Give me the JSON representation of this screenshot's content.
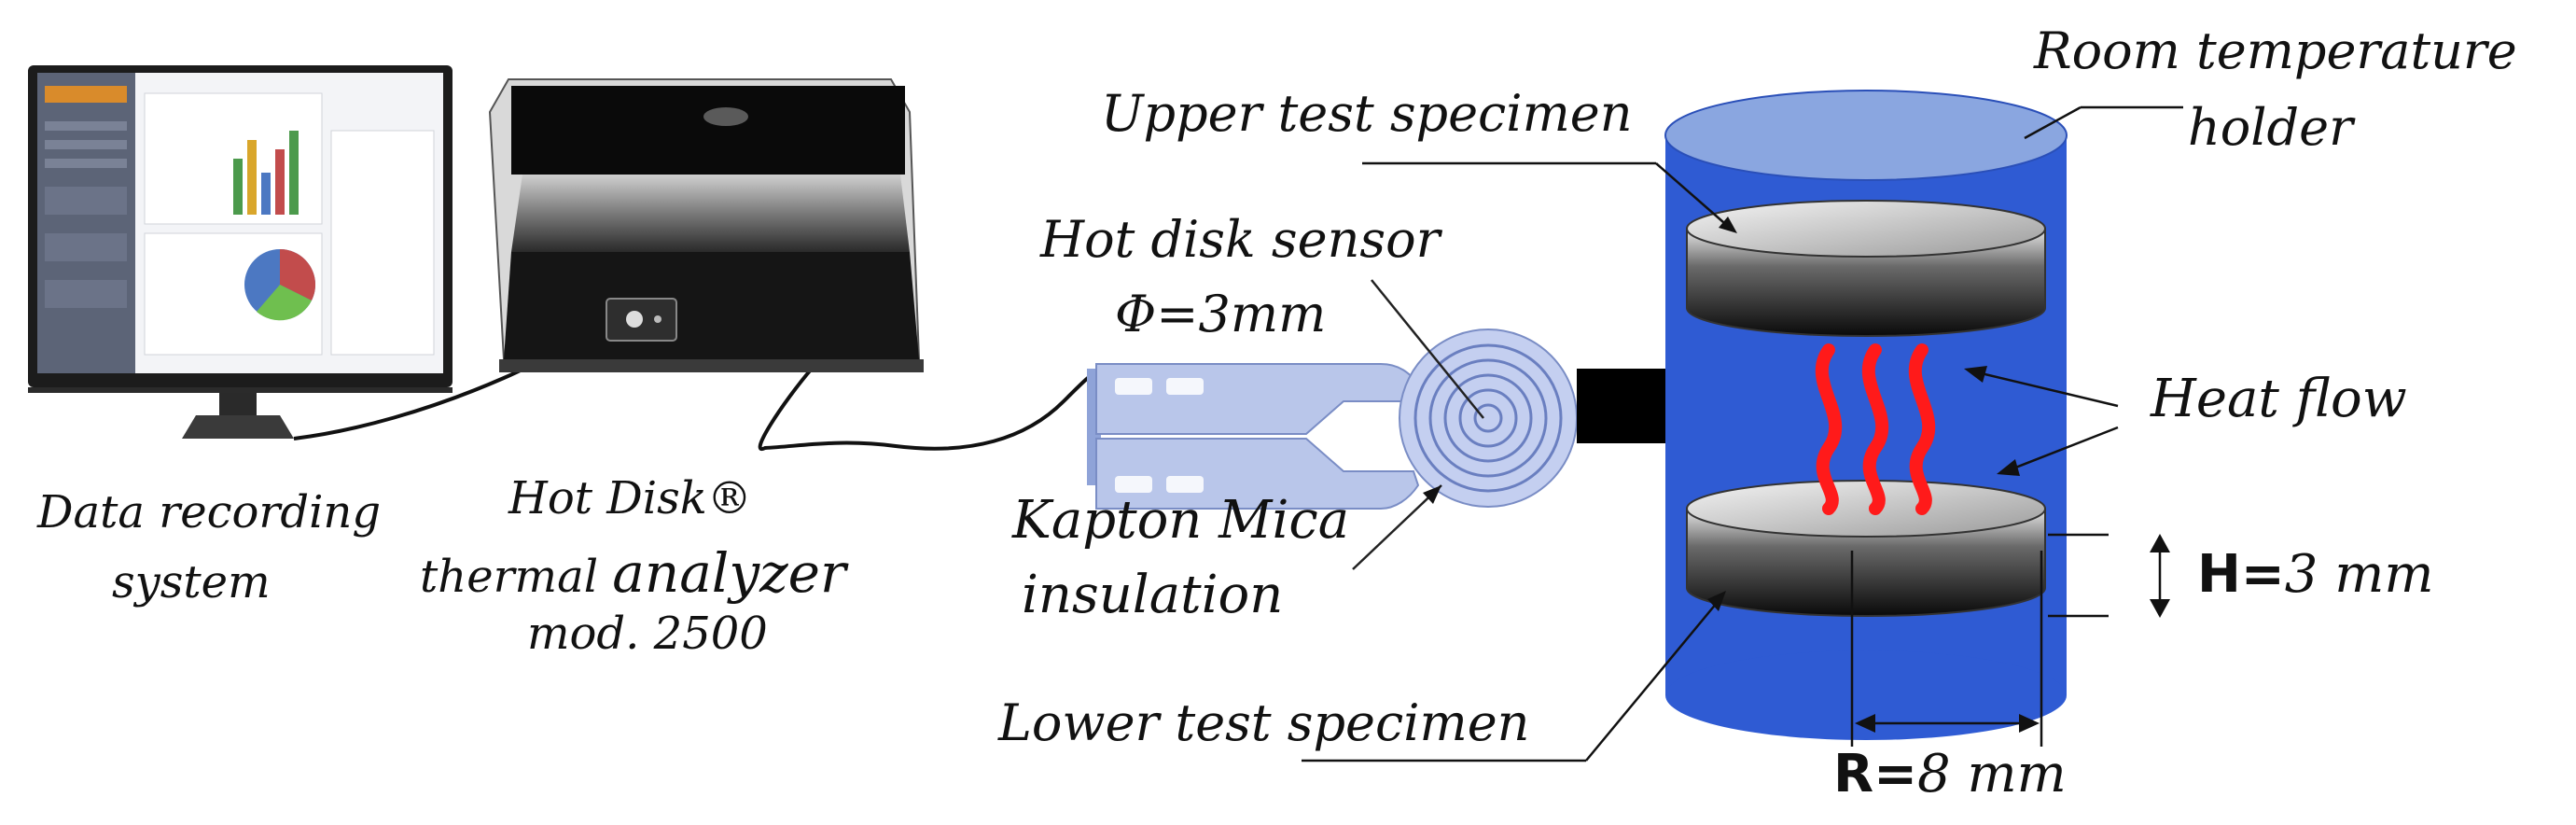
{
  "labels": {
    "data_recording_1": "Data recording",
    "data_recording_2": "system",
    "analyzer_1": "Hot Disk®",
    "analyzer_2a": "thermal ",
    "analyzer_2b": "analyzer",
    "analyzer_3": "mod. 2500",
    "sensor_1": "Hot disk sensor",
    "sensor_2": "Φ=3mm",
    "kapton_1": "Kapton Mica",
    "kapton_2": "insulation",
    "upper": "Upper test specimen",
    "lower": "Lower test specimen",
    "room_1": "Room temperature",
    "room_2": "holder",
    "heat_flow": "Heat flow",
    "h_letter": "H",
    "h_rest": "=",
    "h_value": "3 mm",
    "r_letter": "R",
    "r_rest": "=",
    "r_value": "8 mm"
  },
  "colors": {
    "holder": "#2f5bd3",
    "holder_top": "#8aa6e0",
    "heat": "#ff1a1a",
    "arrow": "#000000",
    "sensor": "#8fa3d8"
  }
}
